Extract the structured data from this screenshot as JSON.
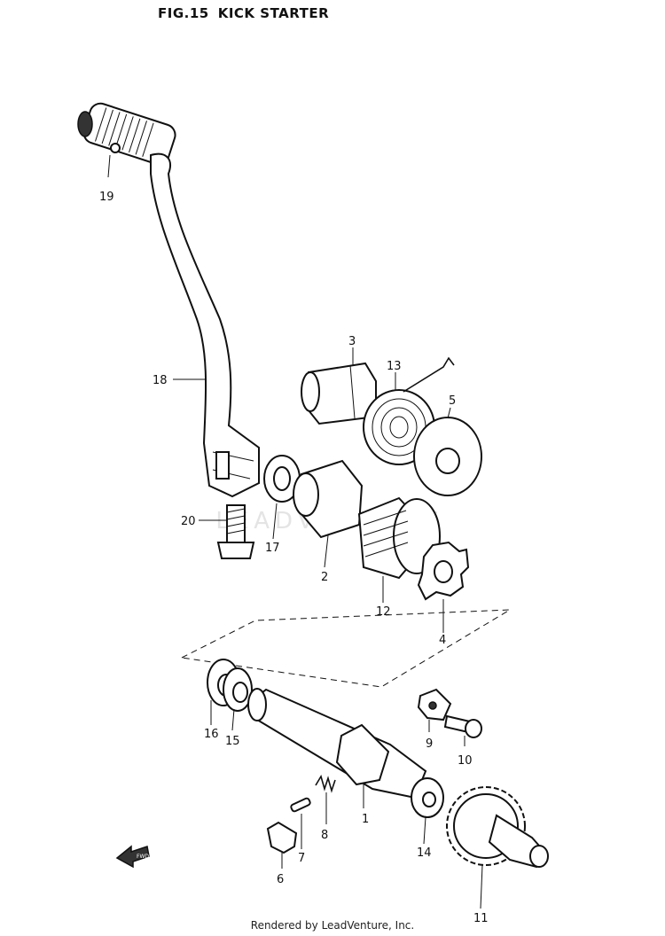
{
  "header": {
    "fig": "FIG.15",
    "title": "KICK STARTER"
  },
  "footer": {
    "text": "Rendered by LeadVenture, Inc."
  },
  "watermark": "LEADVENTURE",
  "callouts": [
    {
      "id": "19",
      "label": "19"
    },
    {
      "id": "18",
      "label": "18"
    },
    {
      "id": "3",
      "label": "3"
    },
    {
      "id": "13",
      "label": "13"
    },
    {
      "id": "5",
      "label": "5"
    },
    {
      "id": "20",
      "label": "20"
    },
    {
      "id": "17",
      "label": "17"
    },
    {
      "id": "2",
      "label": "2"
    },
    {
      "id": "12",
      "label": "12"
    },
    {
      "id": "4",
      "label": "4"
    },
    {
      "id": "16",
      "label": "16"
    },
    {
      "id": "15",
      "label": "15"
    },
    {
      "id": "9",
      "label": "9"
    },
    {
      "id": "10",
      "label": "10"
    },
    {
      "id": "1",
      "label": "1"
    },
    {
      "id": "8",
      "label": "8"
    },
    {
      "id": "7",
      "label": "7"
    },
    {
      "id": "6",
      "label": "6"
    },
    {
      "id": "14",
      "label": "14"
    },
    {
      "id": "11",
      "label": "11"
    }
  ],
  "fwd_label": "FWD"
}
